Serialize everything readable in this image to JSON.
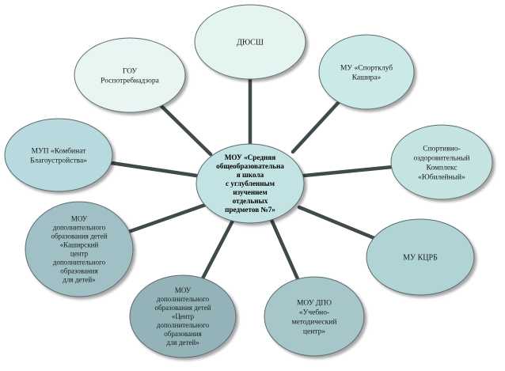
{
  "center": {
    "lines": [
      "МОУ «Средняя",
      "общеобразовательна",
      "я школа",
      "с углубленным",
      "изучением",
      "отдельных",
      "предметов №7»"
    ]
  },
  "nodes": [
    {
      "id": "dyussh",
      "lines": [
        "ДЮСШ"
      ],
      "fill": "#e4f4f1"
    },
    {
      "id": "sportclub",
      "lines": [
        "МУ «Спортклуб",
        "Кашира»"
      ],
      "fill": "#cbe9e6"
    },
    {
      "id": "complex",
      "lines": [
        "Спортивно-",
        "оздоровительный",
        "Комплекс",
        "«Юбилейный»"
      ],
      "fill": "#c4e3e1"
    },
    {
      "id": "crb",
      "lines": [
        "МУ КЦРБ"
      ],
      "fill": "#b0d4d6"
    },
    {
      "id": "ddo",
      "lines": [
        "МОУ ДПО",
        "«Учебно-",
        "методический",
        "центр»"
      ],
      "fill": "#a6c6ca"
    },
    {
      "id": "center-dod",
      "lines": [
        "МОУ",
        "дополнительного",
        "образования детей",
        "«Центр",
        "дополнительного",
        "образования",
        "для детей»"
      ],
      "fill": "#93b3b8"
    },
    {
      "id": "kashira-dod",
      "lines": [
        "МОУ",
        "дополнительного",
        "образования детей",
        "«Каширский",
        "центр",
        "дополнительного",
        "образования",
        "для детей»"
      ],
      "fill": "#a1c0c5"
    },
    {
      "id": "mup",
      "lines": [
        "МУП «Комбинат",
        "Благоустройства»"
      ],
      "fill": "#b8dade"
    },
    {
      "id": "gou",
      "lines": [
        "ГОУ",
        "Роспотребнадзора"
      ],
      "fill": "#e8f5f3"
    }
  ],
  "colors": {
    "connector": "#404a4c",
    "outline": "#5d6b6d",
    "center_fill": "#c2e2e4"
  }
}
